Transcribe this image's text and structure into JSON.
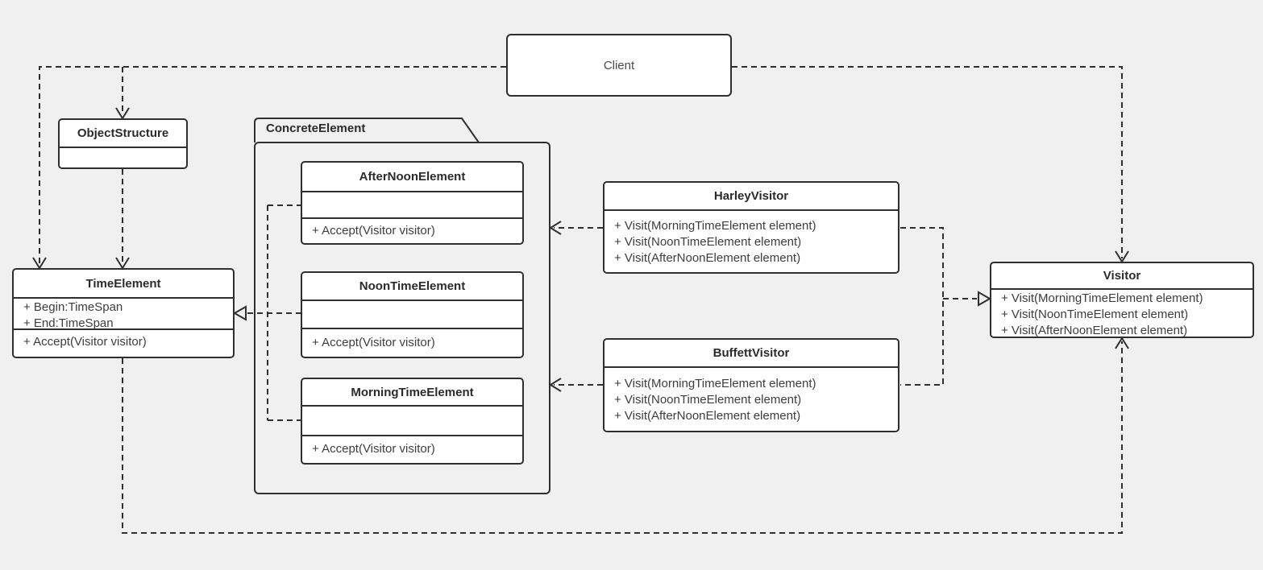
{
  "colors": {
    "background": "#f0f0f1",
    "box_fill": "#ffffff",
    "line": "#2f2f2f",
    "title_text": "#2b2b2b",
    "body_text": "#3d3d3d"
  },
  "diagram": {
    "client": {
      "title": "Client"
    },
    "object_structure": {
      "title": "ObjectStructure"
    },
    "time_element": {
      "title": "TimeElement",
      "attributes": [
        "+ Begin:TimeSpan",
        "+ End:TimeSpan"
      ],
      "methods": [
        "+ Accept(Visitor visitor)"
      ]
    },
    "concrete_element_package": {
      "title": "ConcreteElement"
    },
    "after_noon_element": {
      "title": "AfterNoonElement",
      "methods": [
        "+ Accept(Visitor visitor)"
      ]
    },
    "noon_time_element": {
      "title": "NoonTimeElement",
      "methods": [
        "+ Accept(Visitor visitor)"
      ]
    },
    "morning_time_element": {
      "title": "MorningTimeElement",
      "methods": [
        "+ Accept(Visitor visitor)"
      ]
    },
    "harley_visitor": {
      "title": "HarleyVisitor",
      "methods": [
        "+ Visit(MorningTimeElement element)",
        "+ Visit(NoonTimeElement element)",
        "+ Visit(AfterNoonElement element)"
      ]
    },
    "buffett_visitor": {
      "title": "BuffettVisitor",
      "methods": [
        "+ Visit(MorningTimeElement element)",
        "+ Visit(NoonTimeElement element)",
        "+ Visit(AfterNoonElement element)"
      ]
    },
    "visitor": {
      "title": "Visitor",
      "methods": [
        "+ Visit(MorningTimeElement element)",
        "+ Visit(NoonTimeElement element)",
        "+ Visit(AfterNoonElement element)"
      ]
    }
  }
}
